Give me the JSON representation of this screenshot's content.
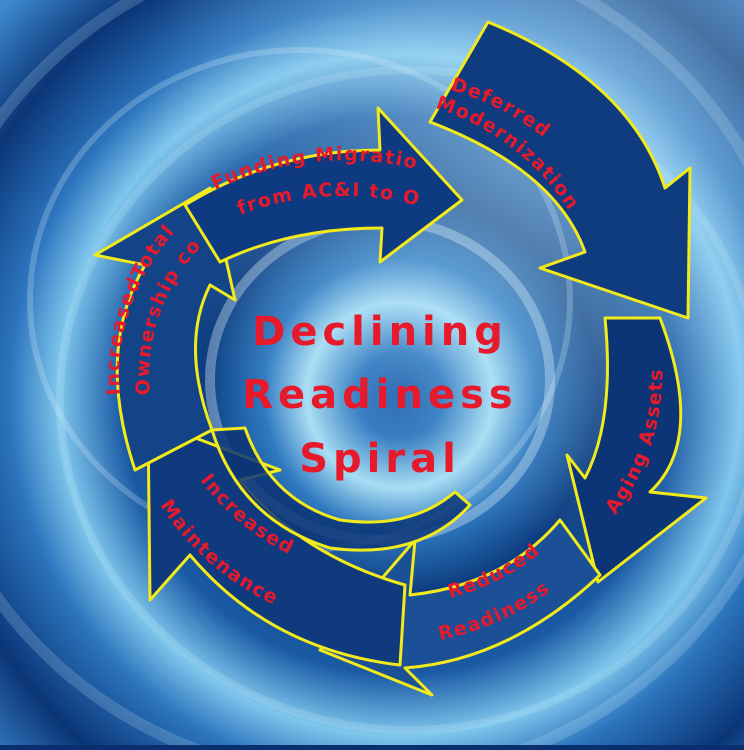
{
  "title": [
    "Declining",
    "Readiness",
    "Spiral"
  ],
  "steps": [
    {
      "id": "deferred-modernization",
      "lines": [
        "Deferred",
        "Modernization"
      ]
    },
    {
      "id": "aging-assets",
      "lines": [
        "Aging Assets"
      ]
    },
    {
      "id": "reduced-readiness",
      "lines": [
        "Reduced",
        "Readiness"
      ]
    },
    {
      "id": "increased-maintenance",
      "lines": [
        "Increased",
        "Maintenance"
      ]
    },
    {
      "id": "increased-total-ownership-cost",
      "lines": [
        "IncreasedTotal",
        "Ownership cost"
      ]
    },
    {
      "id": "funding-migration",
      "lines": [
        "Funding Migration",
        "from AC&I to OE"
      ]
    }
  ],
  "colors": {
    "label": "#e8192a",
    "arrow_outline": "#f2ea1a",
    "arrow_fill": "#123f85",
    "background_deep": "#0b3678",
    "background_light": "#8fd0ef"
  }
}
